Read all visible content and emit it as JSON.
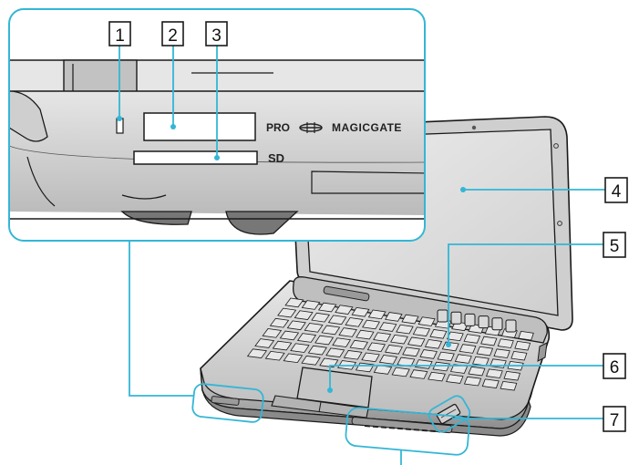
{
  "diagram": {
    "callouts": [
      "1",
      "2",
      "3",
      "4",
      "5",
      "6",
      "7"
    ],
    "slot_labels": {
      "pro": "PRO",
      "magicgate": "MAGICGATE",
      "sd": "SD"
    },
    "colors": {
      "leader": "#33b6d6",
      "body": "#d6d6d6",
      "body_dark": "#8c8c8c",
      "outline": "#1a1a1a",
      "screen": "#e2e2e2"
    }
  }
}
